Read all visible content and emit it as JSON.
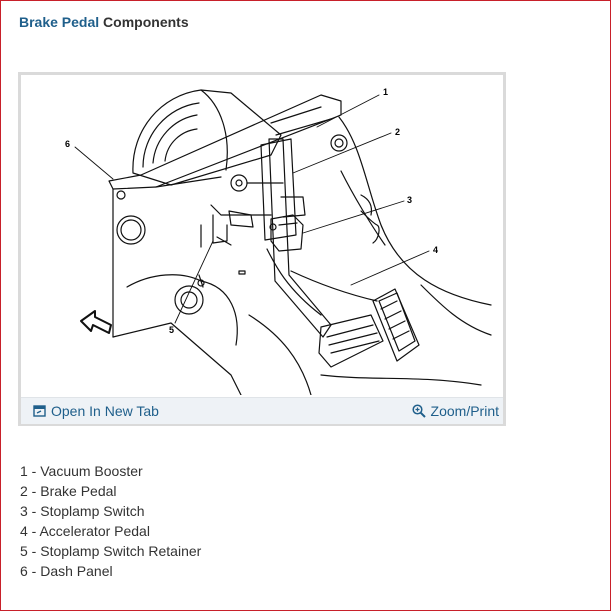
{
  "title": {
    "accent": "Brake Pedal",
    "rest": " Components"
  },
  "figure": {
    "callouts": [
      "1",
      "2",
      "3",
      "4",
      "5",
      "6"
    ],
    "toolbar": {
      "open_label": "Open In New Tab",
      "zoom_label": "Zoom/Print"
    }
  },
  "legend": [
    "1 - Vacuum Booster",
    "2 - Brake Pedal",
    "3 - Stoplamp Switch",
    "4 - Accelerator Pedal",
    "5 - Stoplamp Switch Retainer",
    "6 - Dash Panel"
  ],
  "colors": {
    "accent": "#1f5f8b",
    "text": "#333333",
    "toolbar_bg": "#eef2f6",
    "frame": "#c8202a"
  }
}
